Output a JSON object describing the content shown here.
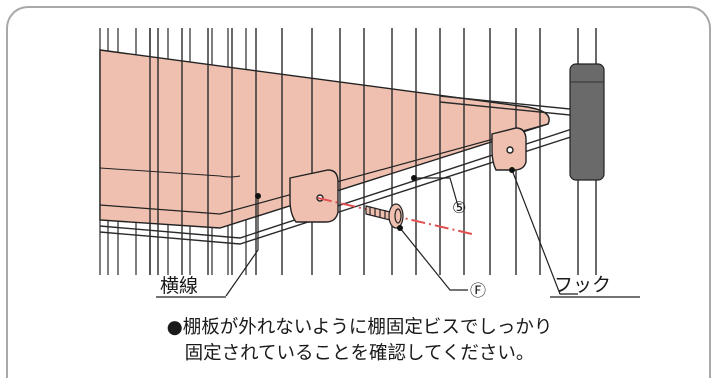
{
  "labels": {
    "horizontal_wire": "横線",
    "hook": "フック",
    "part_5": "⑤",
    "part_f": "Ⓕ"
  },
  "caption": {
    "line1": "●棚板が外れないように棚固定ビスでしっかり",
    "line2": "固定されていることを確認してください。"
  },
  "colors": {
    "shelf_board": "#efc0b0",
    "post_cover": "#6a6a6a",
    "guide_line": "#e05050",
    "frame_border": "#a9a9a9"
  }
}
